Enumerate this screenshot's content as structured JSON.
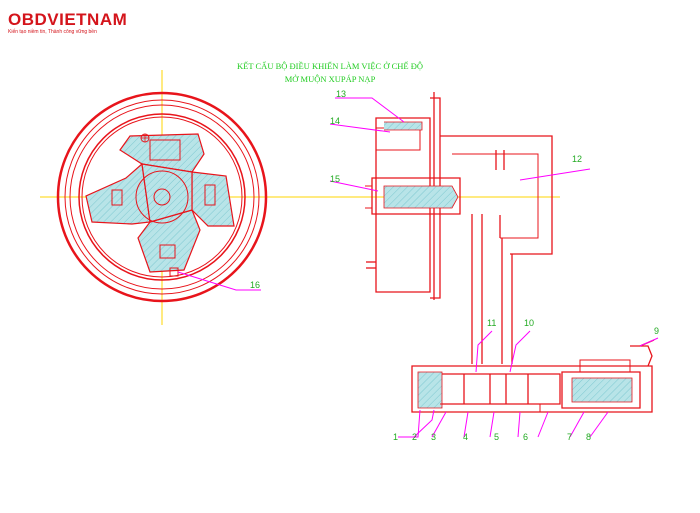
{
  "logo": {
    "text": "OBDVIETNAM",
    "tagline": "Kiến tạo niềm tin, Thành công vững bền"
  },
  "title": {
    "line1": "KẾT CẤU BỘ  ĐIỀU KHIỂN LÀM VIỆC Ở CHẾ   ĐỘ",
    "line2": "MỞ  MUỘN XUPÁP NẠP"
  },
  "labels": [
    "1",
    "2",
    "3",
    "4",
    "5",
    "6",
    "7",
    "8",
    "9",
    "10",
    "11",
    "12",
    "13",
    "14",
    "15",
    "16"
  ],
  "colors": {
    "outline": "#e8141b",
    "hatch": "#b8e4e8",
    "centerline": "#ffd400",
    "leader": "#ff00ff",
    "label": "#22aa22",
    "brand": "#d4141b"
  }
}
